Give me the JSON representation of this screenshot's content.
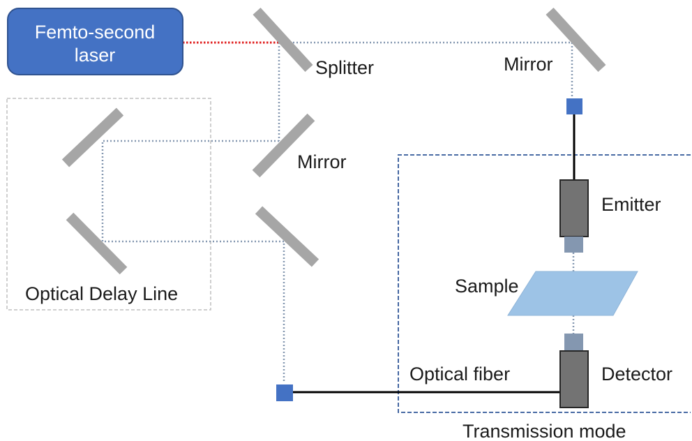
{
  "laser": {
    "line1": "Femto-second",
    "line2": "laser"
  },
  "labels": {
    "splitter": "Splitter",
    "mirror_top": "Mirror",
    "mirror_mid": "Mirror",
    "emitter": "Emitter",
    "sample": "Sample",
    "detector": "Detector",
    "optical_fiber": "Optical fiber",
    "optical_delay_line": "Optical Delay Line",
    "transmission_mode": "Transmission mode"
  },
  "colors": {
    "laser_box": "#4472c4",
    "laser_border": "#2f528f",
    "beam": "#8497b0",
    "laser_beam": "#e02020",
    "mirror": "#a6a6a6",
    "device_body": "#737373",
    "device_lens": "#8497b0",
    "connector": "#4472c4",
    "sample": "#9dc3e6",
    "delay_box": "#bfbfbf",
    "transmission_box": "#2f5597"
  }
}
